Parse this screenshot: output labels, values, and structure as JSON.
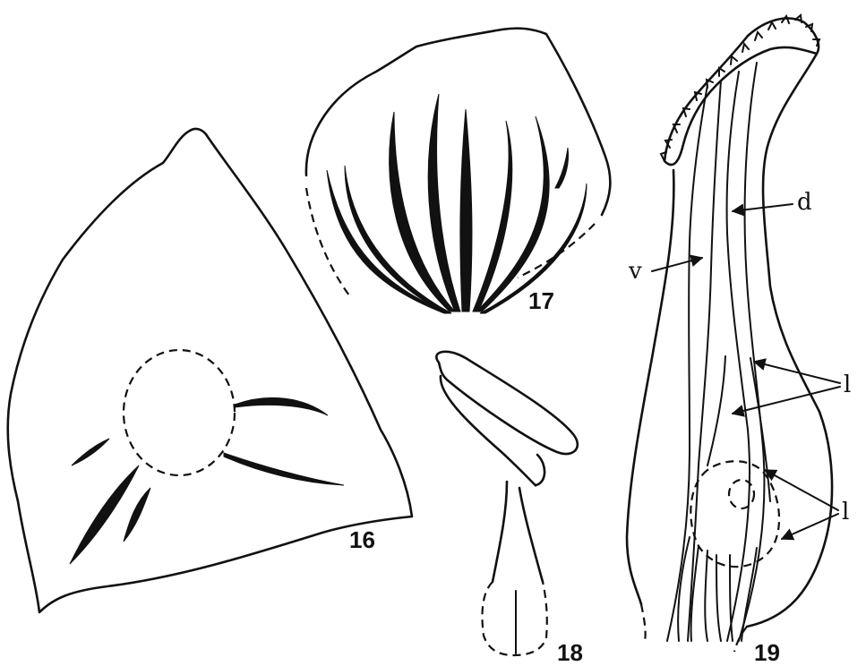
{
  "figures": [
    {
      "id": "fig16",
      "number": "16"
    },
    {
      "id": "fig17",
      "number": "17"
    },
    {
      "id": "fig18",
      "number": "18"
    },
    {
      "id": "fig19",
      "number": "19"
    }
  ],
  "labels": {
    "d": "d",
    "v": "v",
    "l_upper": "l",
    "l_lower": "l"
  },
  "colors": {
    "ink": "#111111",
    "paper": "#ffffff"
  }
}
